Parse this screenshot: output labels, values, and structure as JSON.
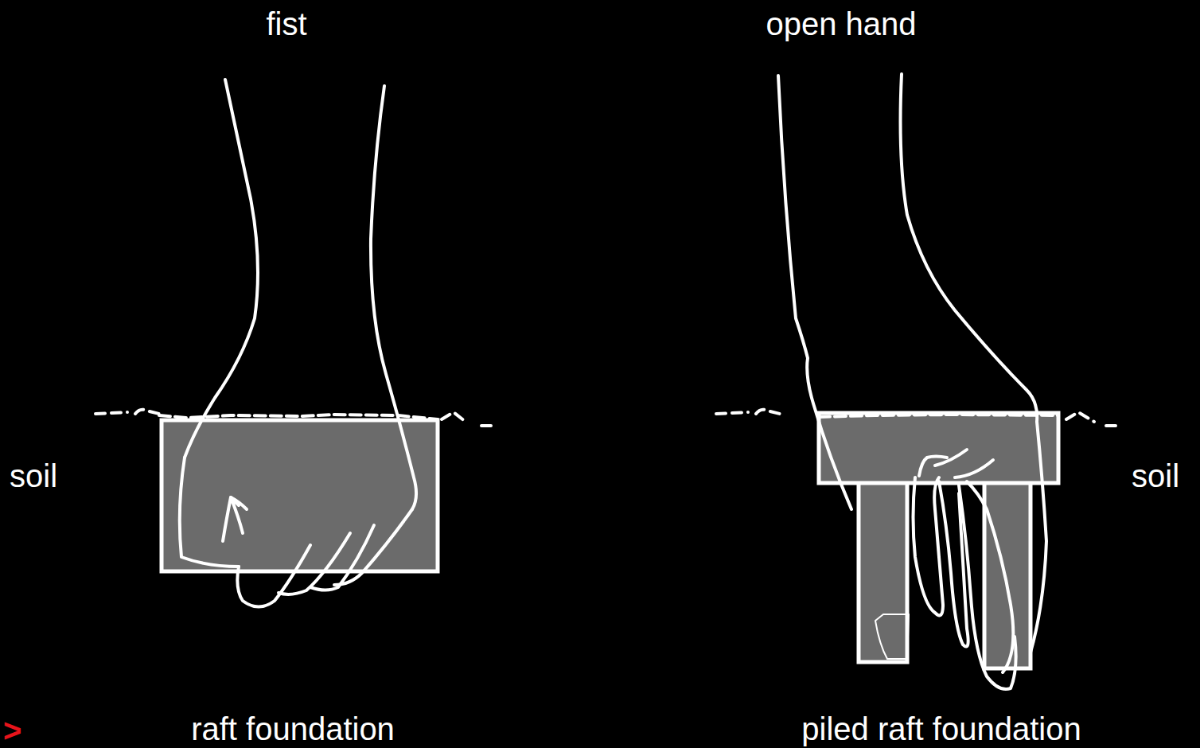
{
  "diagram": {
    "labels": [
      "fist",
      "open hand",
      "soil",
      "soil",
      "raft foundation",
      "piled raft foundation",
      ">"
    ]
  }
}
